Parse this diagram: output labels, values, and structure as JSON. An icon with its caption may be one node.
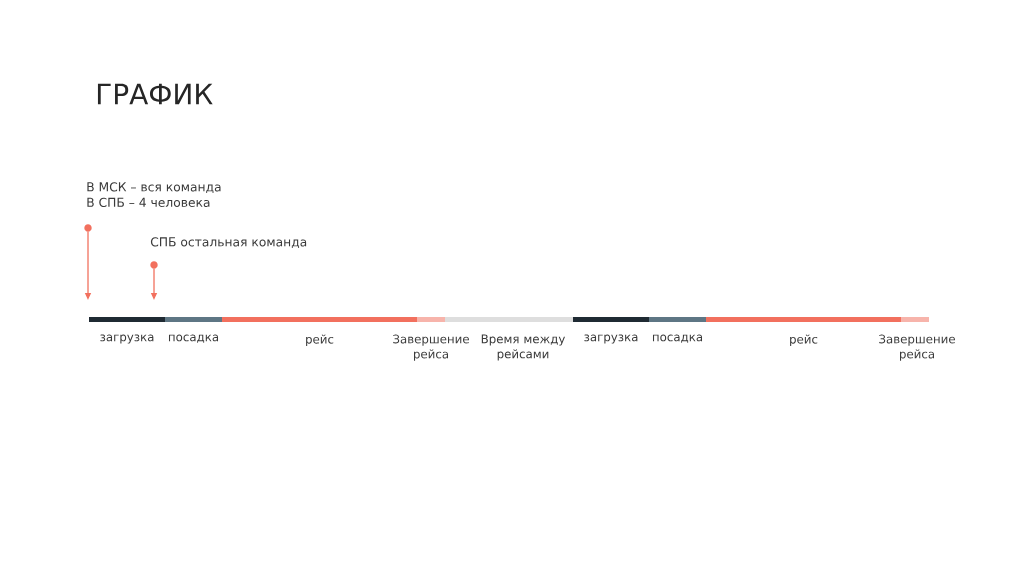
{
  "diagram": {
    "title": "ГРАФИК",
    "nodes": [
      {
        "text": [],
        "shape": "circle",
        "beside": [
          "В МСК – вся команда",
          "В СПБ – 4 человека"
        ]
      },
      {
        "text": [],
        "shape": "circle",
        "beside": [
          "СПБ остальная команда"
        ]
      },
      {
        "text": [
          "загрузка"
        ]
      },
      {
        "text": [
          "посадка"
        ]
      },
      {
        "text": [
          "рейс"
        ]
      },
      {
        "text": [
          "Завершение рейса"
        ]
      },
      {
        "text": [
          "Время между рейсами"
        ]
      },
      {
        "text": [
          "загрузка"
        ]
      },
      {
        "text": [
          "посадка"
        ]
      },
      {
        "text": [
          "рейс"
        ]
      },
      {
        "text": [
          "Завершение рейса"
        ]
      }
    ],
    "edges": [
      {
        "from": 0,
        "to": 2,
        "arrow": "to"
      },
      {
        "from": 1,
        "to": 2,
        "arrow": "to"
      }
    ]
  }
}
